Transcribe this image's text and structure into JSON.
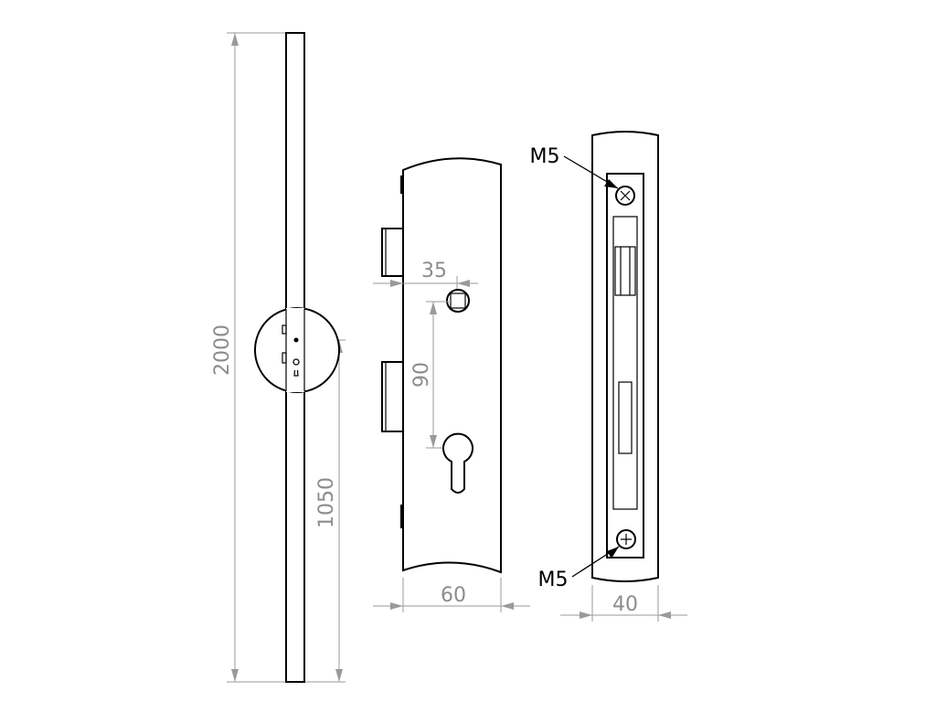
{
  "dimensions": {
    "total_height": "2000",
    "handle_height": "1050",
    "backset": "35",
    "center_distance": "90",
    "faceplate_width": "60",
    "lock_depth": "40"
  },
  "callouts": {
    "screw_top": "M5",
    "screw_bottom": "M5"
  }
}
